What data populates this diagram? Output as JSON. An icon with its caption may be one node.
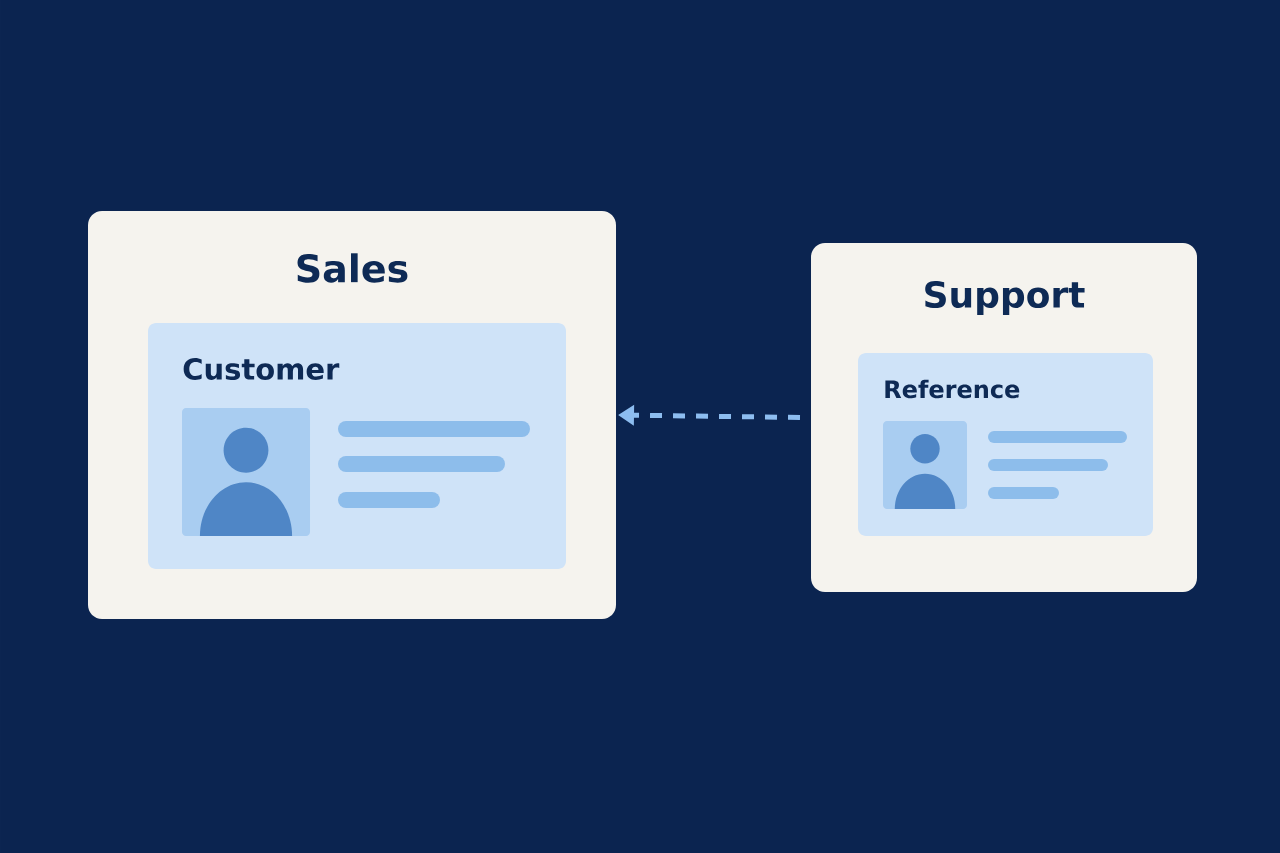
{
  "diagram": {
    "nodes": [
      {
        "text": [
          "Sales"
        ]
      },
      {
        "text": [
          "Customer"
        ],
        "in": 0
      },
      {
        "text": [
          "Support"
        ]
      },
      {
        "text": [
          "Reference"
        ],
        "in": 2
      }
    ],
    "edges": [
      {
        "from": 2,
        "to": 0,
        "arrow": "to",
        "style": "dashed"
      }
    ]
  }
}
